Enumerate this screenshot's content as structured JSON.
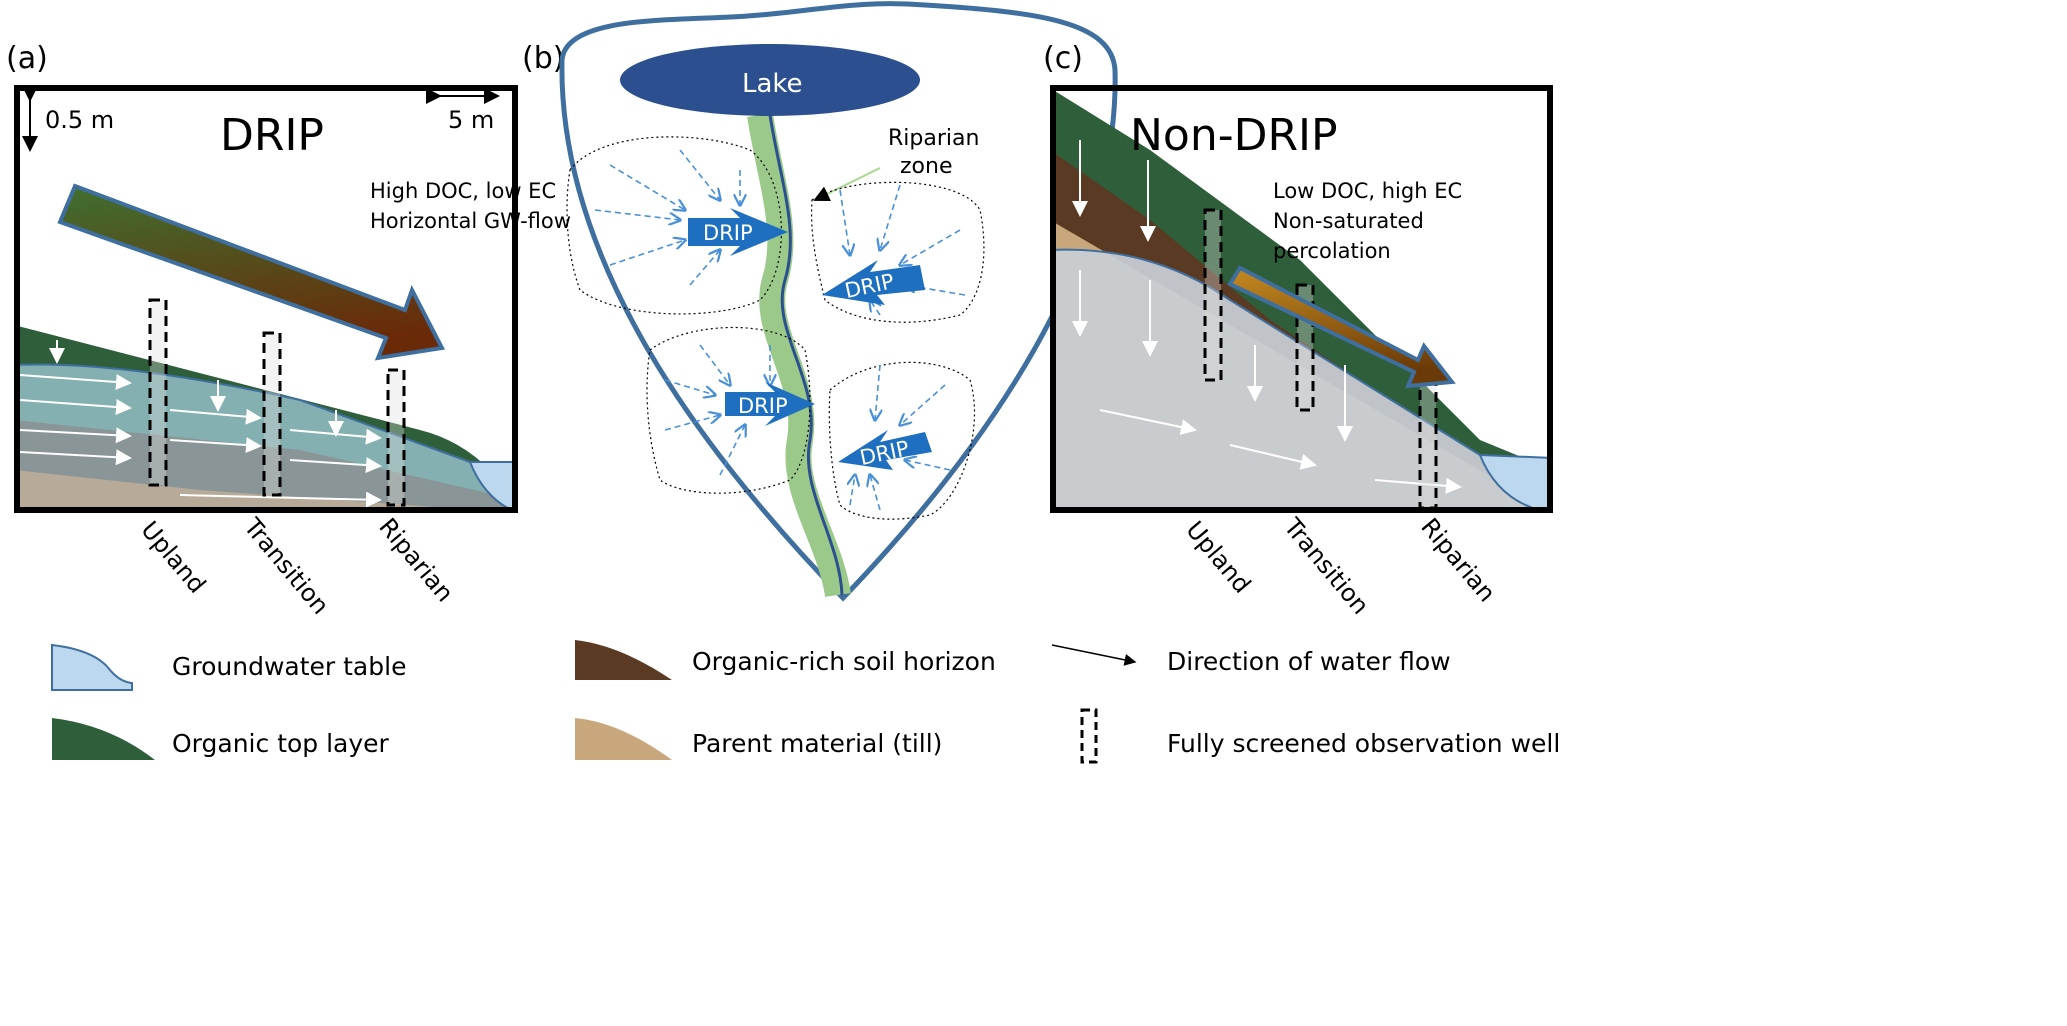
{
  "panels": {
    "a": {
      "label": "(a)",
      "title": "DRIP",
      "scale_vertical": "0.5 m",
      "scale_horizontal": "5 m",
      "note_line1": "High DOC, low EC",
      "note_line2": "Horizontal GW-flow",
      "positions": [
        "Upland",
        "Transition",
        "Riparian"
      ]
    },
    "b": {
      "label": "(b)",
      "lake": "Lake",
      "riparian_line1": "Riparian",
      "riparian_line2": "zone",
      "drip_labels": [
        "DRIP",
        "DRIP",
        "DRIP",
        "DRIP"
      ]
    },
    "c": {
      "label": "(c)",
      "title": "Non-DRIP",
      "note_line1": "Low DOC, high EC",
      "note_line2": "Non-saturated",
      "note_line3": "percolation",
      "positions": [
        "Upland",
        "Transition",
        "Riparian"
      ]
    }
  },
  "legend": {
    "groundwater_table": "Groundwater table",
    "organic_top_layer": "Organic top layer",
    "organic_rich_soil": "Organic-rich soil horizon",
    "parent_material": "Parent material (till)",
    "water_flow": "Direction of water flow",
    "observation_well": "Fully screened observation well"
  },
  "colors": {
    "groundwater": "#bcd8ee",
    "organic_top": "#2e5e3a",
    "organic_soil": "#5a3a22",
    "till": "#c9a77c",
    "outline_blue": "#3f6f9f",
    "drip_arrow": "#1f6fc0",
    "stream": "#9bc98a",
    "lake": "#2b4f8f"
  }
}
